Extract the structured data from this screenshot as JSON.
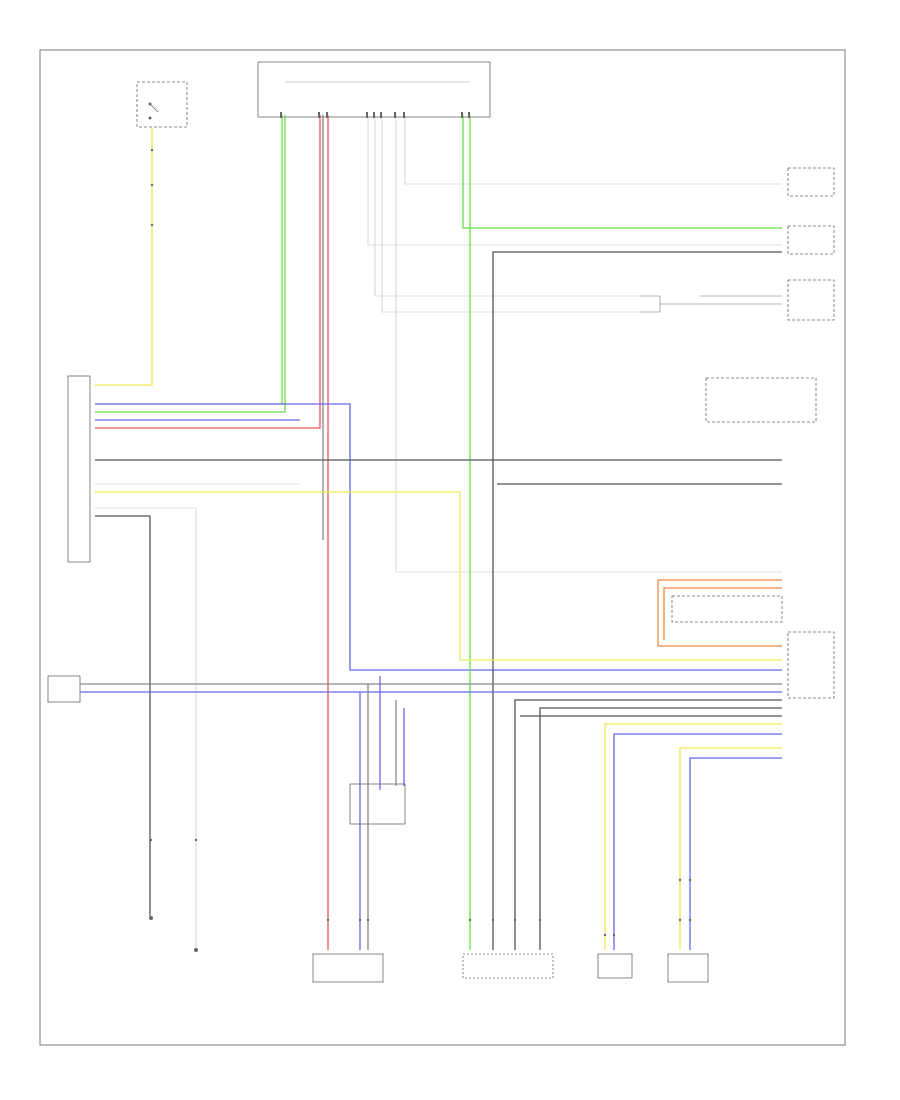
{
  "diagram": {
    "footer_code": "",
    "colors": {
      "yellow": "#ecec55",
      "green": "#66dd44",
      "blue": "#6666ee",
      "red": "#ee5555",
      "orange": "#ee8844",
      "gray": "#888888",
      "light_gray": "#bbbbbb",
      "black": "#333333"
    },
    "components": [
      {
        "id": "power-source-box",
        "label": ""
      },
      {
        "id": "top-connector-block",
        "label": ""
      },
      {
        "id": "left-control-module",
        "label": ""
      },
      {
        "id": "left-small-connector",
        "label": ""
      },
      {
        "id": "right-connector-1",
        "label": ""
      },
      {
        "id": "right-connector-2",
        "label": ""
      },
      {
        "id": "right-connector-3",
        "label": ""
      },
      {
        "id": "right-connector-4",
        "label": ""
      },
      {
        "id": "right-connector-5",
        "label": ""
      },
      {
        "id": "center-junction-block",
        "label": ""
      },
      {
        "id": "bottom-connector-1",
        "label": ""
      },
      {
        "id": "bottom-connector-2",
        "label": ""
      },
      {
        "id": "bottom-connector-3",
        "label": ""
      },
      {
        "id": "bottom-connector-4",
        "label": ""
      },
      {
        "id": "ground-1",
        "label": ""
      },
      {
        "id": "ground-2",
        "label": ""
      }
    ]
  }
}
